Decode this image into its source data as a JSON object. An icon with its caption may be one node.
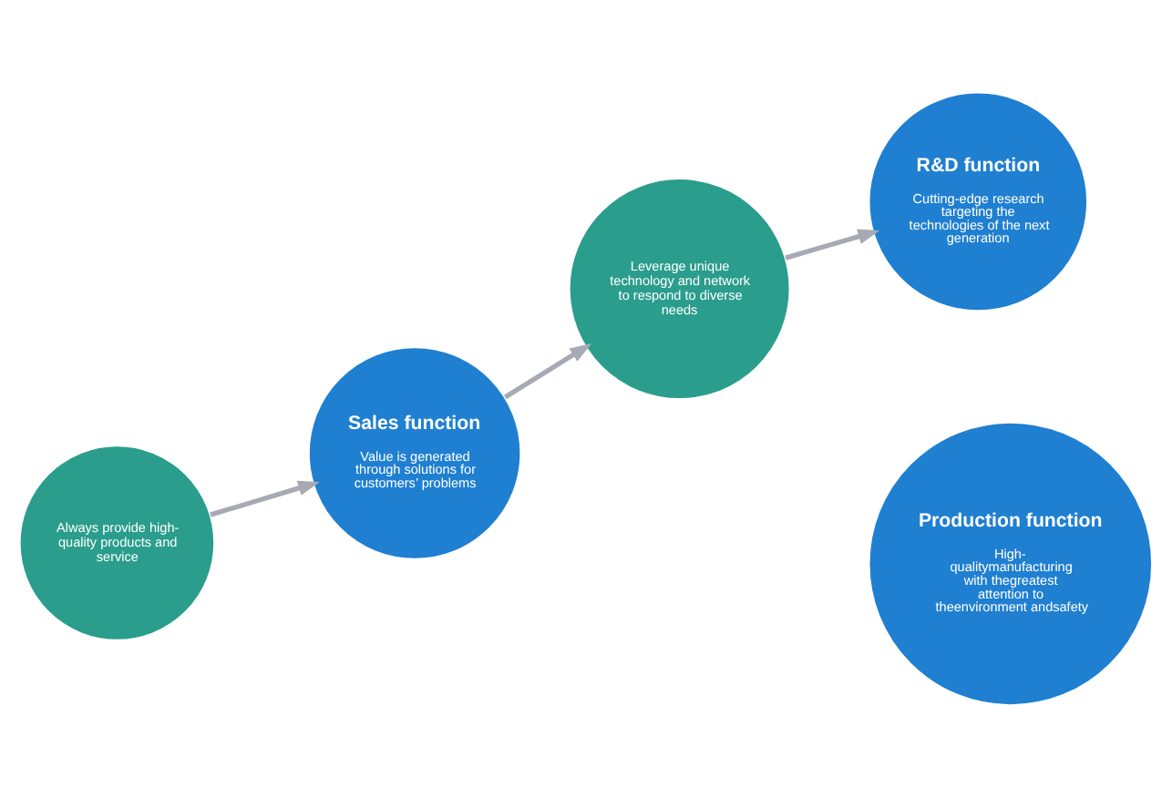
{
  "diagram": {
    "nodes": [
      {
        "text": [
          "Always provide high-quality products and service"
        ]
      },
      {
        "text": [
          "R&D function",
          "Cutting-edge research targeting the technologies of the next generation"
        ]
      },
      {
        "text": [
          "Production function",
          "High-qualitymanufacturing with thegreatest attention to theenvironment andsafety"
        ]
      },
      {
        "text": [
          "Sales function",
          "Value is generated through solutions for customers’ problems"
        ]
      },
      {
        "text": [
          "Leverage unique technology and network to respond to diverse needs"
        ]
      }
    ],
    "edges": [
      {
        "from": 0,
        "to": 3,
        "arrow": "to",
        "color": "#a7a9b4"
      },
      {
        "from": 3,
        "to": 4,
        "arrow": "to",
        "color": "#a7a9b4"
      },
      {
        "from": 4,
        "to": 1,
        "arrow": "to",
        "color": "#a7a9b4"
      }
    ]
  }
}
